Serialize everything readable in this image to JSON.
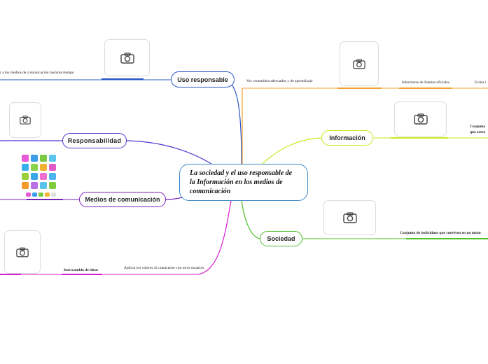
{
  "central_topic": "La sociedad y el uso  responsable de la Información en los medios de comunicación",
  "branches": {
    "uso_responsable": {
      "label": "Uso responsable",
      "color": "#2b56c6",
      "subtopics": [
        "r a los medios de comunicación bastante tiempo",
        "Ver contenidos adecuados y de aprendizaje"
      ]
    },
    "responsabilidad": {
      "label": "Responsabilidad",
      "color": "#4b3ad1"
    },
    "medios": {
      "label": "Medios de comunicación",
      "color": "#7a22b8"
    },
    "intercambio": {
      "color": "#d81bd1",
      "subtopics": [
        "Intercambio de ideas",
        "Aplicar los valores al contactarse con otros usuarios"
      ]
    },
    "informacion": {
      "label": "Información",
      "color": "#c7ea1c",
      "subtopics": [
        "Informarse de fuentes oficiales",
        "Evitar i",
        "Conjunto",
        "que extra"
      ]
    },
    "sociedad": {
      "label": "Sociedad",
      "color": "#4fbf2d",
      "subtopics": [
        "Conjunto de individuos que conviven en un mism"
      ]
    },
    "top_orange": {
      "color": "#f0a030"
    }
  },
  "icons": {
    "photo": "camera-icon",
    "apps": "app-icons-image"
  }
}
